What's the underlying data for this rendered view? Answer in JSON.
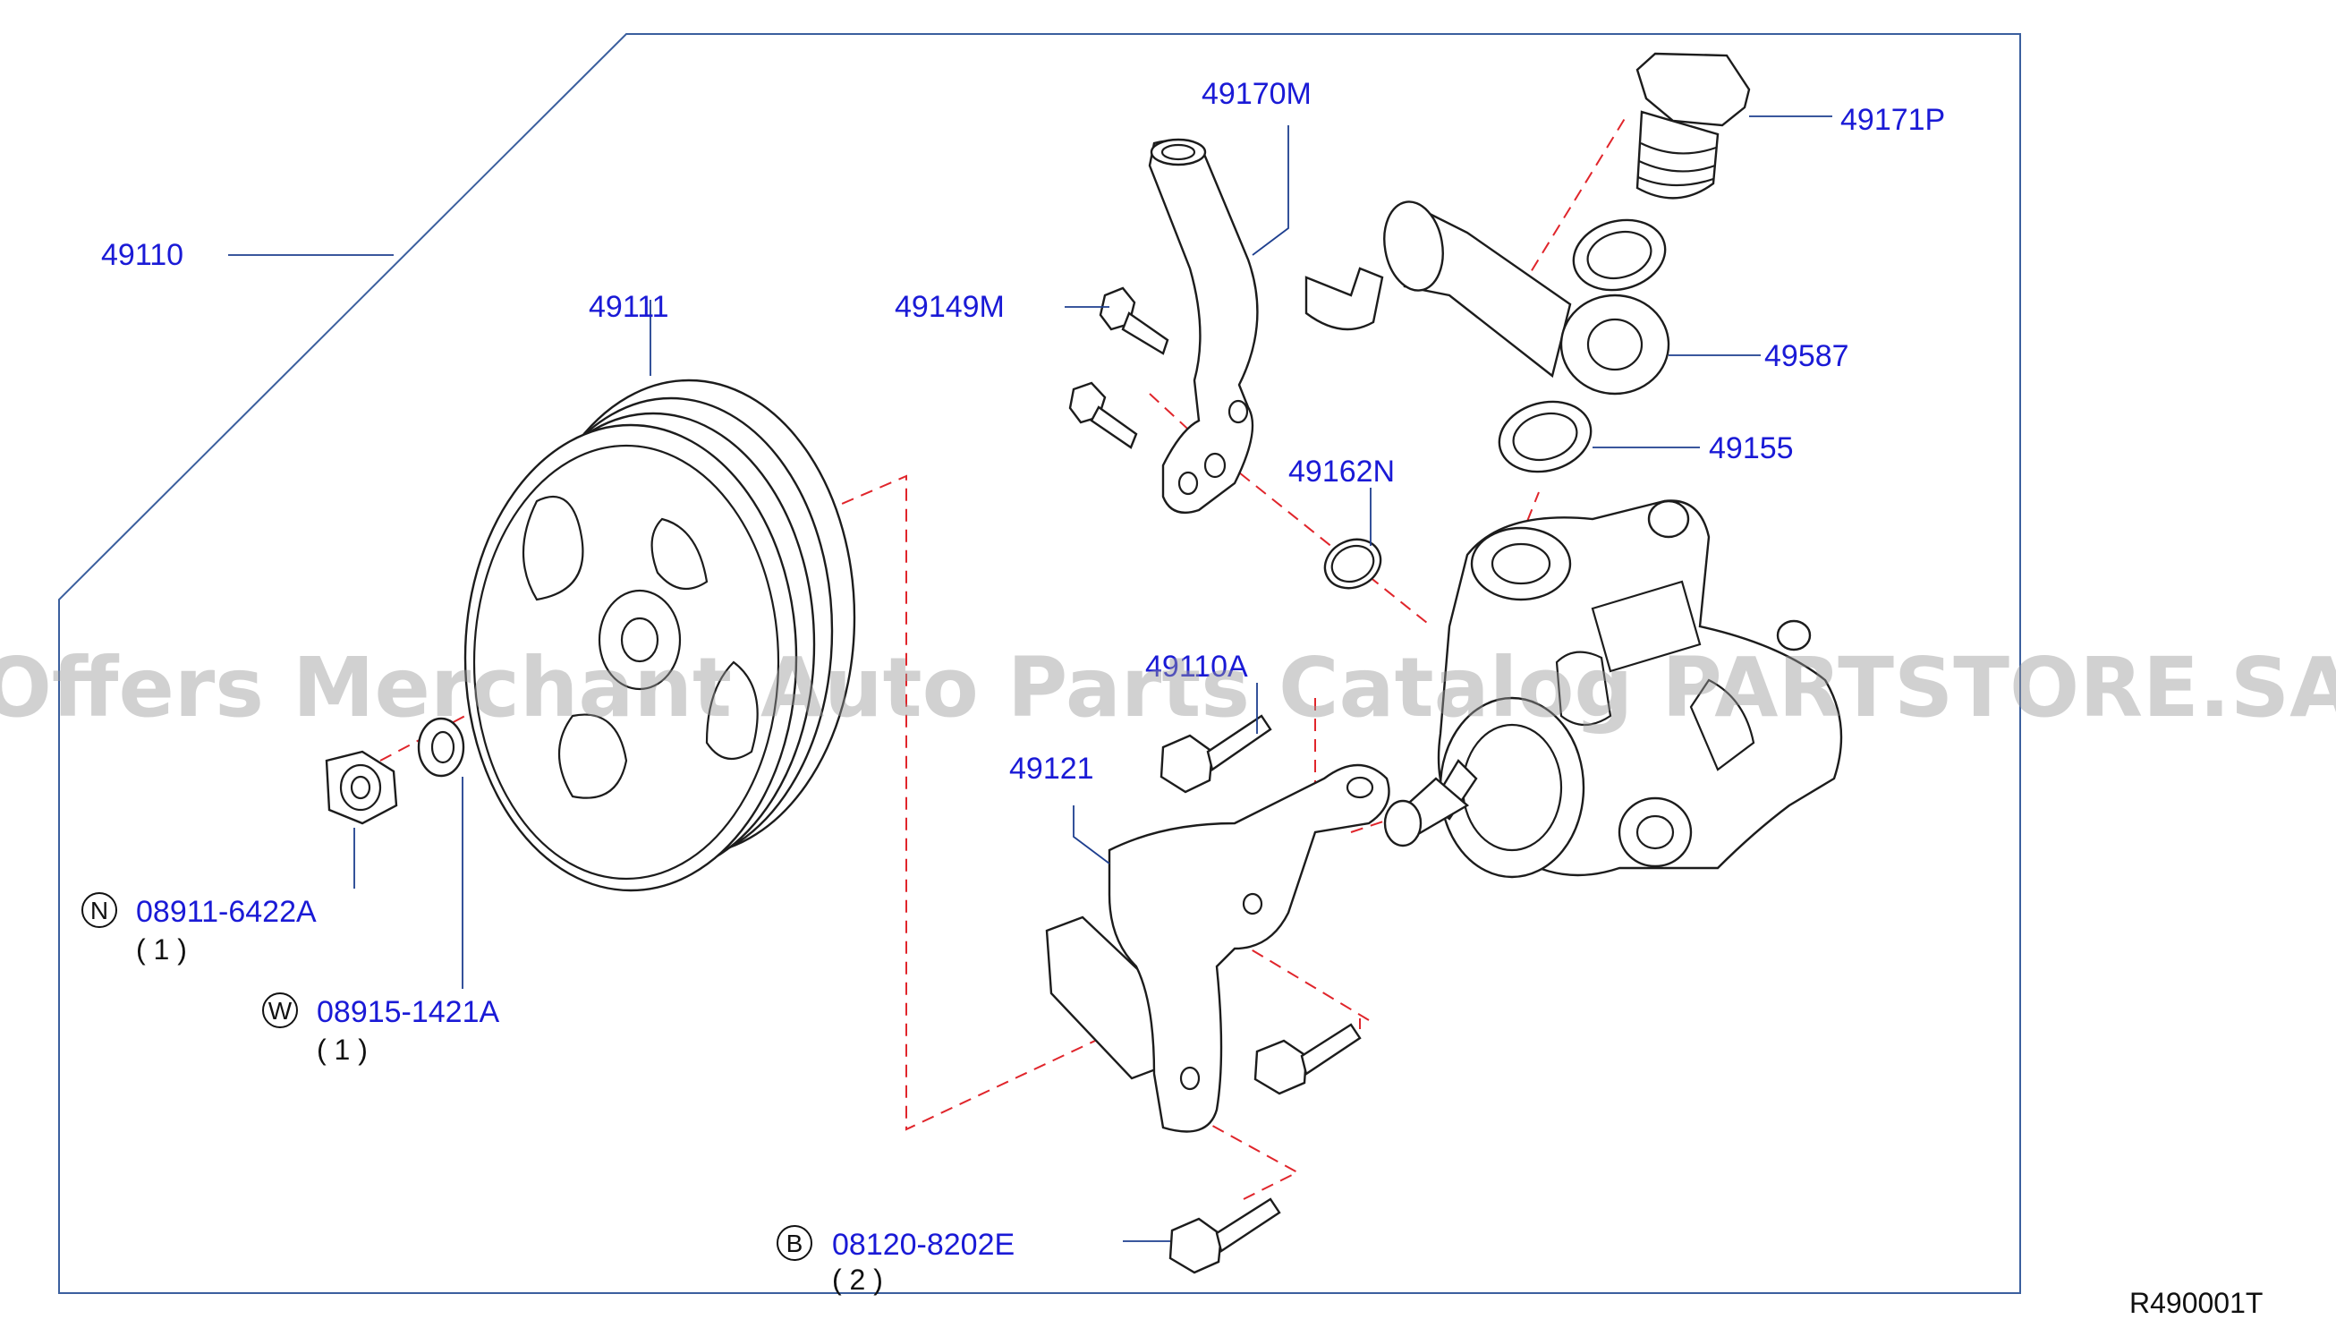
{
  "diagram": {
    "parts": {
      "pump_assembly": "49110",
      "pulley": "49111",
      "tube_outlet": "49170M",
      "bolt_tube": "49149M",
      "connector_plug": "49171P",
      "eye_bolt_hose": "49587",
      "washer": "49155",
      "o_ring": "49162N",
      "bolt_bracket_top": "49110A",
      "bracket": "49121"
    },
    "fasteners": {
      "nut": {
        "letter": "N",
        "code": "08911-6422A",
        "qty": "( 1 )"
      },
      "washer": {
        "letter": "W",
        "code": "08915-1421A",
        "qty": "( 1 )"
      },
      "bolt": {
        "letter": "B",
        "code": "08120-8202E",
        "qty": "( 2 )"
      }
    },
    "watermark": "Offers Merchant Auto Parts Catalog PARTSTORE.SA",
    "reference_code": "R490001T"
  }
}
